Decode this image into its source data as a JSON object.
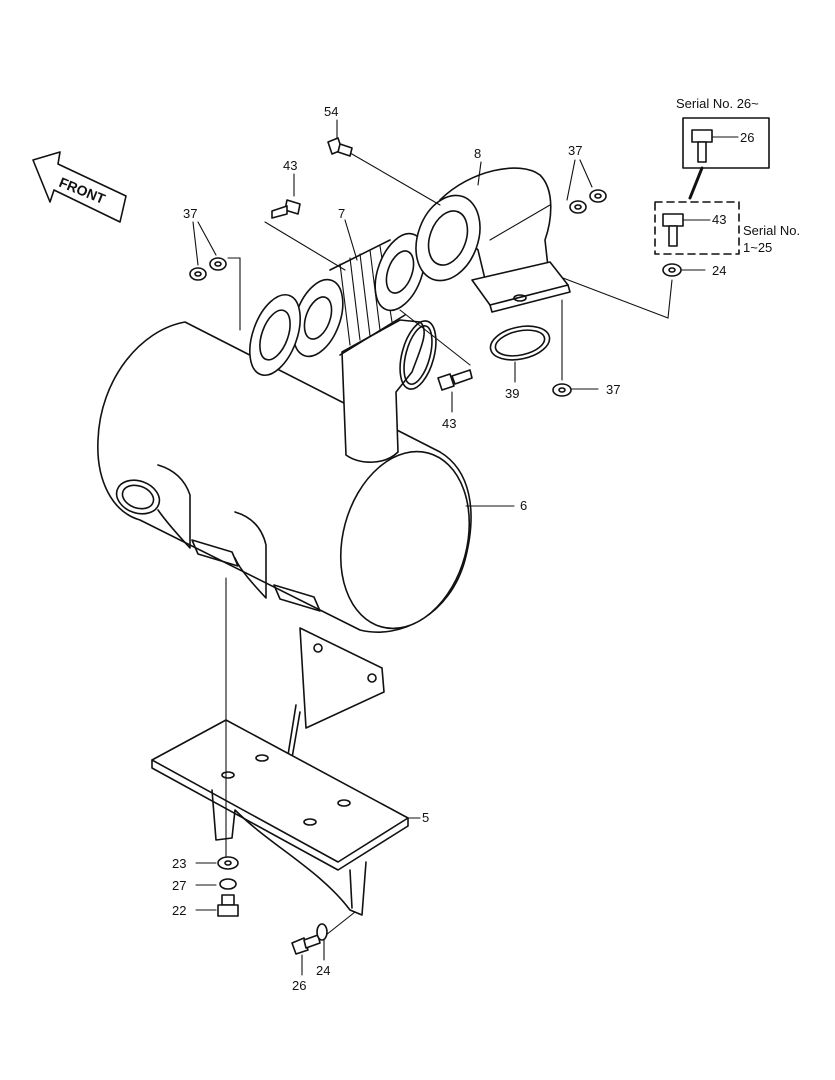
{
  "callouts": {
    "c54": "54",
    "c8": "8",
    "c37_top": "37",
    "c43_top": "43",
    "c7": "7",
    "c37_left": "37",
    "c39": "39",
    "c43_mid": "43",
    "c37_bottom": "37",
    "c6": "6",
    "c5": "5",
    "c23": "23",
    "c27": "27",
    "c22": "22",
    "c24_bottom": "24",
    "c26_bottom": "26",
    "c26_inset": "26",
    "c43_inset": "43",
    "c24_inset": "24"
  },
  "inset": {
    "serial_top": "Serial No. 26~",
    "serial_side_line1": "Serial No.",
    "serial_side_line2": "1~25"
  },
  "front_arrow": "FRONT"
}
